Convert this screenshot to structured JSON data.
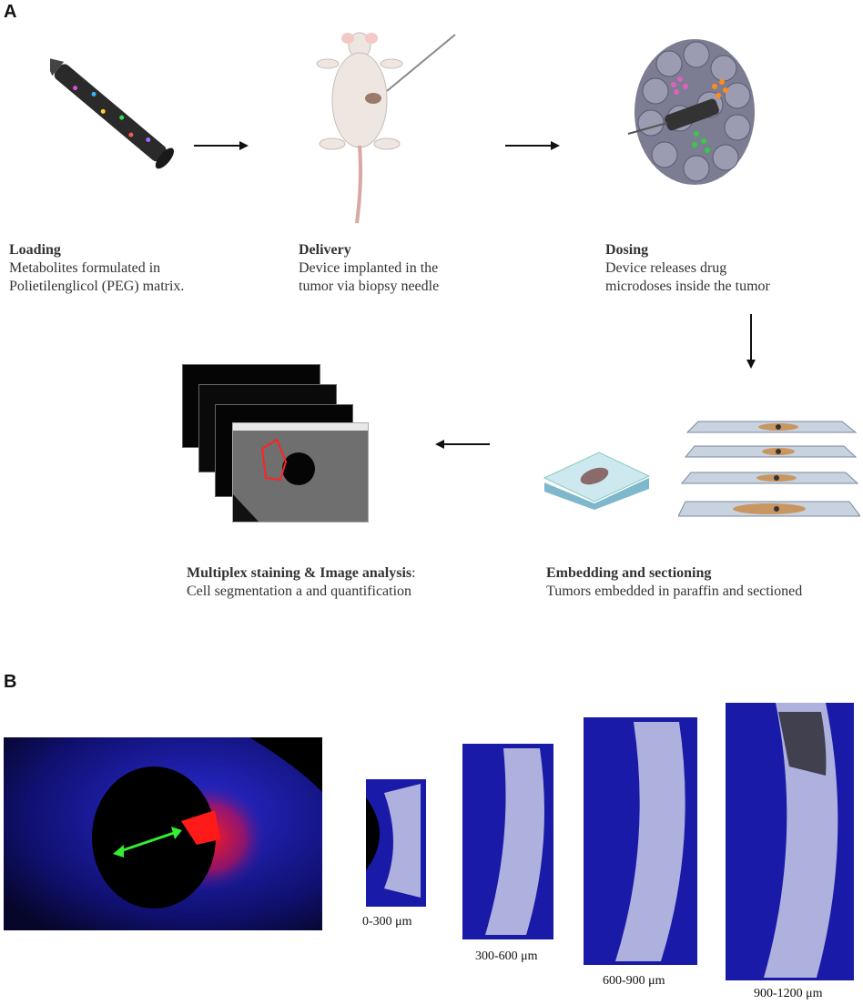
{
  "panels": {
    "a": "A",
    "b": "B"
  },
  "steps": {
    "loading": {
      "title": "Loading",
      "line1": "Metabolites formulated in",
      "line2": "Polietilenglicol (PEG)  matrix."
    },
    "delivery": {
      "title": "Delivery",
      "line1": "Device implanted in the",
      "line2": "tumor via biopsy needle"
    },
    "dosing": {
      "title": "Dosing",
      "line1": "Device releases drug",
      "line2": "microdoses inside the tumor"
    },
    "embedding": {
      "title": "Embedding and sectioning",
      "line1": "Tumors embedded in paraffin and sectioned"
    },
    "multiplex": {
      "title": "Multiplex staining & Image analysis",
      "title_suffix": ":",
      "line1": "Cell segmentation a and quantification"
    }
  },
  "ring_labels": [
    "0-300 μm",
    "300-600 μm",
    "600-900 μm",
    "900-1200 μm"
  ],
  "colors": {
    "arrow": "#111111",
    "tissue_blue": "#1a1aa8",
    "highlight_red": "#ff1a1a",
    "measure_arrow": "#33ee33",
    "device": "#222222"
  }
}
